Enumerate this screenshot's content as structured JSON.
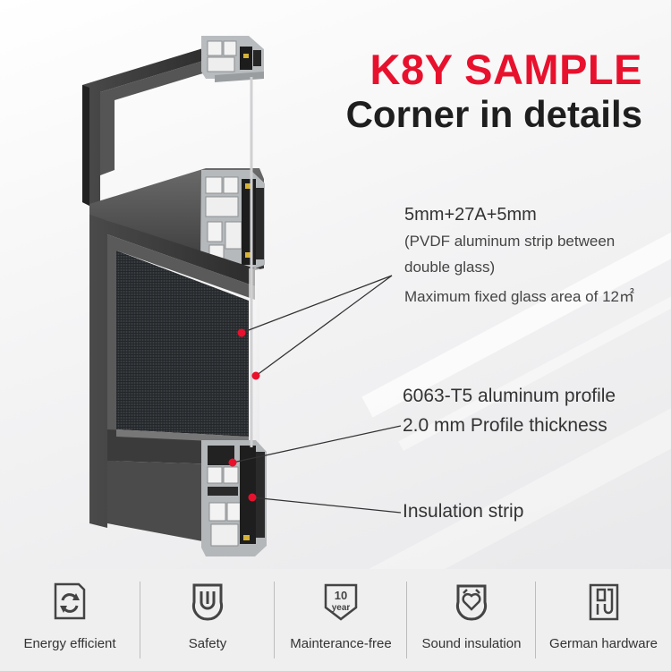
{
  "title": {
    "line1": "K8Y SAMPLE",
    "line2": "Corner in details"
  },
  "specs": {
    "glass": "5mm+27A+5mm",
    "glass_note1": "(PVDF aluminum strip between",
    "glass_note2": "double glass)",
    "glass_note3": "Maximum fixed glass area of 12㎡",
    "profile": "6063-T5 aluminum profile",
    "thickness": "2.0 mm Profile thickness",
    "insulation": "Insulation strip"
  },
  "features": [
    {
      "label": "Energy efficient",
      "icon": "recycle-arrows-icon"
    },
    {
      "label": "Safety",
      "icon": "shield-lock-icon"
    },
    {
      "label": "Mainterance-free",
      "icon": "ten-year-badge-icon",
      "badge_top": "10",
      "badge_bottom": "year"
    },
    {
      "label": "Sound insulation",
      "icon": "sound-heart-icon"
    },
    {
      "label": "German hardware",
      "icon": "window-handle-icon"
    }
  ],
  "colors": {
    "accent_red": "#e8112d",
    "frame_dark": "#3a3a3a",
    "text_dark": "#1e1e1e",
    "icon_dark": "#444444"
  }
}
